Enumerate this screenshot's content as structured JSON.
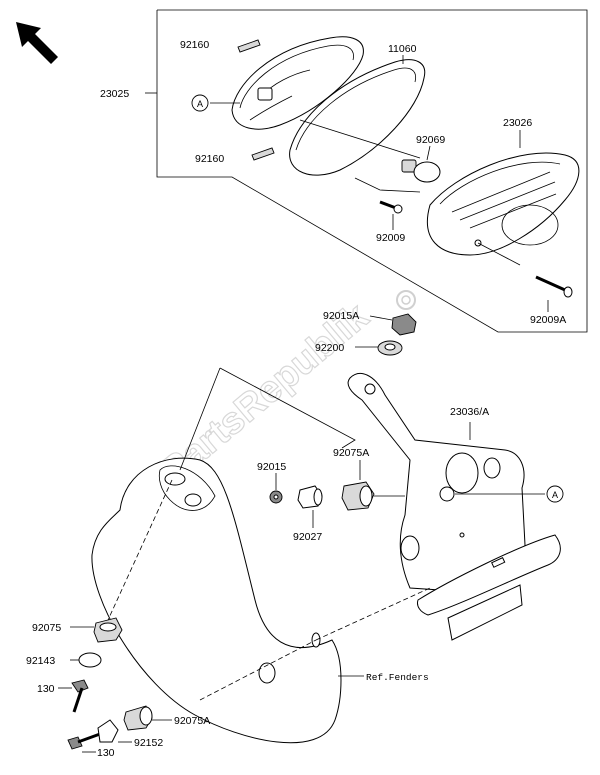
{
  "watermark": "PartsRepublik",
  "parts": {
    "p92160_top": "92160",
    "p23025": "23025",
    "p11060": "11060",
    "p92069": "92069",
    "p23026": "23026",
    "p92160_bottom": "92160",
    "p92009": "92009",
    "p92009A": "92009A",
    "p92015A": "92015A",
    "p92200": "92200",
    "p23036A": "23036/A",
    "p92015": "92015",
    "p92075A_top": "92075A",
    "p92027": "92027",
    "p92075": "92075",
    "p92143": "92143",
    "p130_a": "130",
    "p130_b": "130",
    "p92152": "92152",
    "p92075A_bottom": "92075A"
  },
  "refs": {
    "fenders": "Ref.Fenders",
    "marker_a1": "A",
    "marker_a2": "A"
  }
}
